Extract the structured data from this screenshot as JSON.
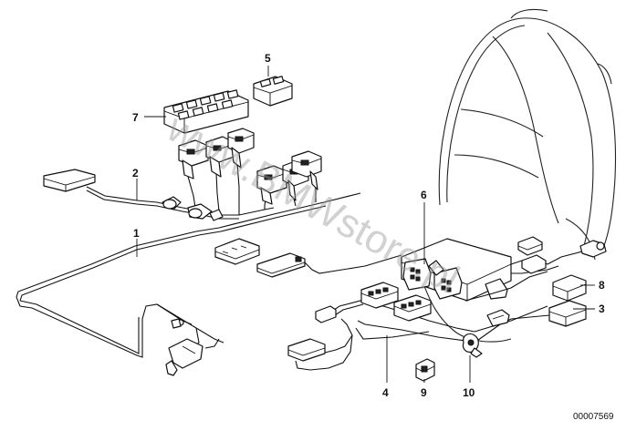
{
  "diagram": {
    "callouts": [
      {
        "id": "1",
        "text": "1"
      },
      {
        "id": "2",
        "text": "2"
      },
      {
        "id": "3",
        "text": "3"
      },
      {
        "id": "4",
        "text": "4"
      },
      {
        "id": "5",
        "text": "5"
      },
      {
        "id": "6",
        "text": "6"
      },
      {
        "id": "7",
        "text": "7"
      },
      {
        "id": "8",
        "text": "8"
      },
      {
        "id": "9",
        "text": "9"
      },
      {
        "id": "10",
        "text": "10"
      }
    ],
    "drawing_code": "00007569",
    "watermark": "www.BMWstore.pl"
  }
}
